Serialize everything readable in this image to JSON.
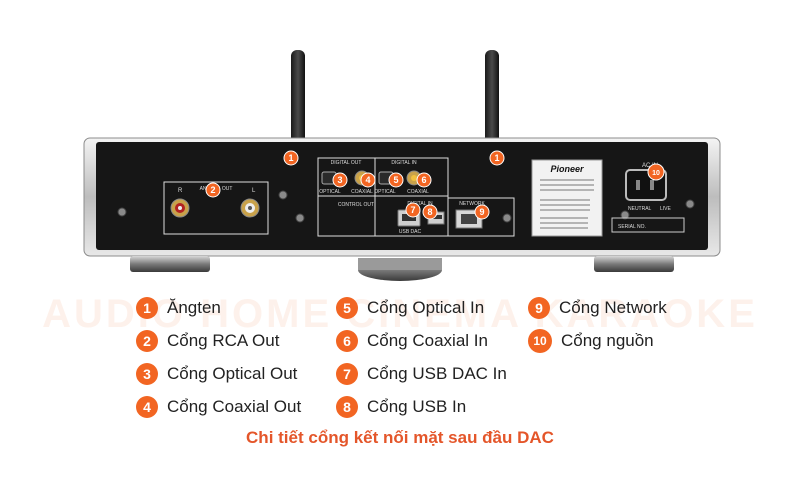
{
  "colors": {
    "accent": "#f26522",
    "caption": "#e4562a"
  },
  "watermark": "AUDIO  HOME CINEMA  KARAOKE",
  "device": {
    "brand": "Pioneer",
    "panel": {
      "digital_out": "DIGITAL OUT",
      "digital_in": "DIGITAL IN",
      "analog_out": "ANALOG OUT",
      "optical": "OPTICAL",
      "coaxial": "COAXIAL",
      "control_out": "CONTROL OUT",
      "digital_in_2": "DIGITAL IN",
      "network": "NETWORK",
      "usb_dac": "USB DAC",
      "ac_in": "AC IN",
      "neutral": "NEUTRAL",
      "live": "LIVE",
      "serial_no": "SERIAL NO.",
      "rca_left_mark": "R",
      "rca_right_mark": "L"
    },
    "badges": [
      {
        "number": "1",
        "target": "antenna-left"
      },
      {
        "number": "1",
        "target": "antenna-right"
      },
      {
        "number": "2",
        "target": "rca-out"
      },
      {
        "number": "3",
        "target": "optical-out"
      },
      {
        "number": "4",
        "target": "coaxial-out"
      },
      {
        "number": "5",
        "target": "optical-in"
      },
      {
        "number": "6",
        "target": "coaxial-in"
      },
      {
        "number": "7",
        "target": "usb-dac-in"
      },
      {
        "number": "8",
        "target": "usb-in"
      },
      {
        "number": "9",
        "target": "network"
      },
      {
        "number": "10",
        "target": "power"
      }
    ]
  },
  "legend": [
    {
      "number": "1",
      "label": "Ăngten"
    },
    {
      "number": "2",
      "label": "Cổng RCA Out"
    },
    {
      "number": "3",
      "label": "Cổng Optical Out"
    },
    {
      "number": "4",
      "label": "Cổng Coaxial Out"
    },
    {
      "number": "5",
      "label": "Cổng Optical In"
    },
    {
      "number": "6",
      "label": "Cổng Coaxial In"
    },
    {
      "number": "7",
      "label": "Cổng USB DAC In"
    },
    {
      "number": "8",
      "label": "Cổng USB In"
    },
    {
      "number": "9",
      "label": "Cổng Network"
    },
    {
      "number": "10",
      "label": "Cổng nguồn"
    }
  ],
  "caption": "Chi tiết cổng kết nối mặt sau đầu DAC"
}
